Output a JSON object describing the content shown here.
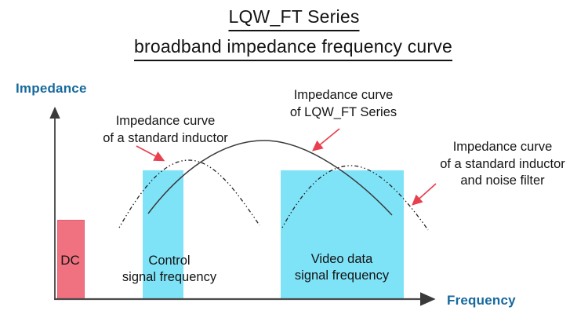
{
  "title": {
    "line1": "LQW_FT Series",
    "line2": "broadband impedance frequency curve"
  },
  "axes": {
    "y_label": "Impedance",
    "x_label": "Frequency"
  },
  "regions": {
    "dc": {
      "label": "DC"
    },
    "control": {
      "line1": "Control",
      "line2": "signal frequency"
    },
    "video": {
      "line1": "Video data",
      "line2": "signal frequency"
    }
  },
  "annotations": {
    "standard_inductor": {
      "line1": "Impedance curve",
      "line2": "of a standard inductor"
    },
    "lqw_ft": {
      "line1": "Impedance curve",
      "line2": "of LQW_FT Series"
    },
    "noise_filter": {
      "line1": "Impedance curve",
      "line2": "of a standard inductor",
      "line3": "and noise filter"
    }
  },
  "curves": {
    "lqw_ft": "Impedance curve of LQW_FT Series (solid)",
    "standard_inductor": "Impedance curve of a standard inductor (dash-dot)",
    "noise_filter": "Impedance curve of a standard inductor and noise filter (dash-dot)"
  },
  "colors": {
    "axis_label_blue": "#16699D",
    "arrow_red": "#E8404F",
    "dc_box_pink": "#F0717F",
    "signal_box_cyan": "#7FE3F8",
    "curve_dark": "#333333",
    "text_black": "#141414"
  }
}
